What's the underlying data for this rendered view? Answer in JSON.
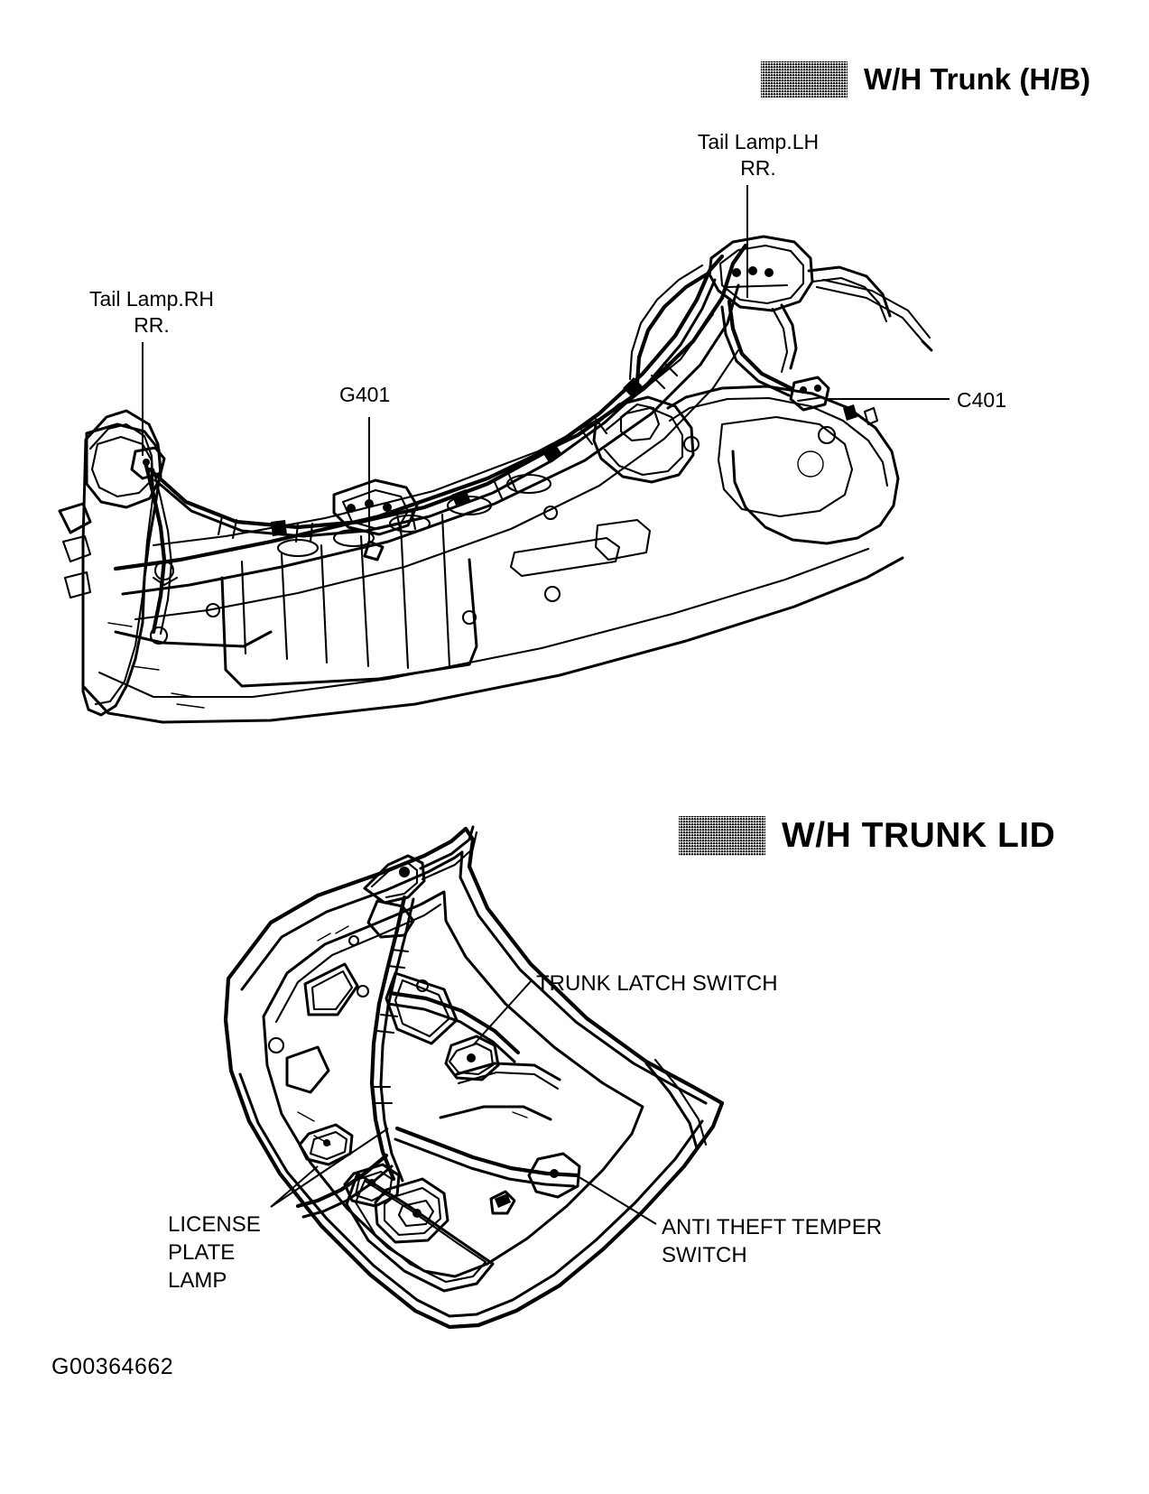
{
  "figure": {
    "id_label": "G00364662"
  },
  "sections": [
    {
      "key": "trunk_hb",
      "title": "W/H Trunk (H/B)",
      "swatch_icon": "halftone-gray-swatch",
      "callouts": [
        {
          "key": "tail_lamp_lh",
          "text": "Tail Lamp.LH\nRR."
        },
        {
          "key": "tail_lamp_rh",
          "text": "Tail Lamp.RH\nRR."
        },
        {
          "key": "ground_g401",
          "text": "G401"
        },
        {
          "key": "connector_c401",
          "text": "C401"
        }
      ]
    },
    {
      "key": "trunk_lid",
      "title": "W/H TRUNK LID",
      "swatch_icon": "halftone-gray-swatch",
      "callouts": [
        {
          "key": "trunk_latch_switch",
          "text": "TRUNK LATCH SWITCH"
        },
        {
          "key": "license_plate_lamp",
          "text": "LICENSE\nPLATE\nLAMP"
        },
        {
          "key": "anti_theft_temper_switch",
          "text": "ANTI THEFT TEMPER\nSWITCH"
        }
      ]
    }
  ],
  "colors": {
    "ink": "#000000",
    "paper": "#ffffff"
  }
}
